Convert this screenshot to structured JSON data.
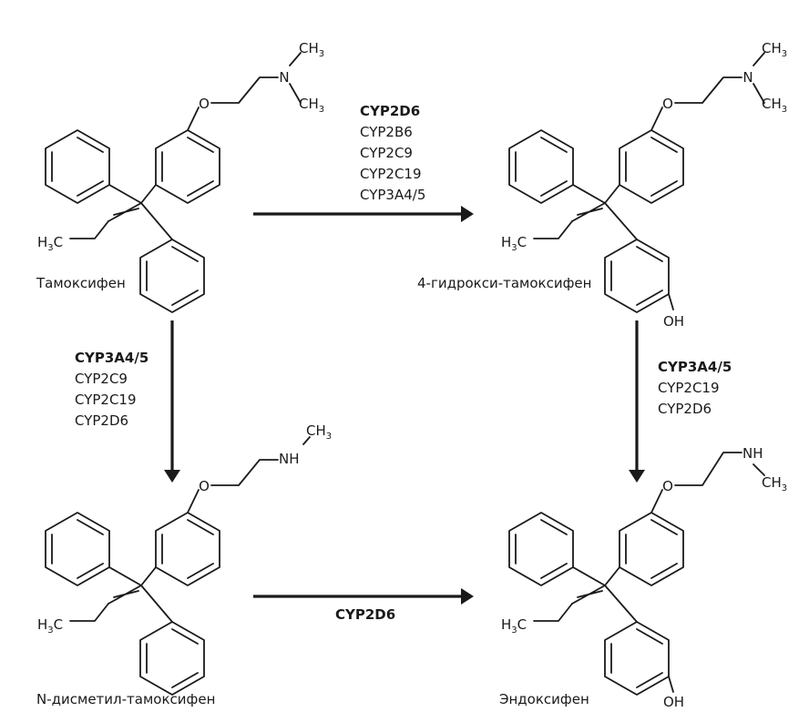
{
  "molecules": {
    "tamoxifen": {
      "name": "Тамоксифен"
    },
    "hydroxy_tamoxifen": {
      "name": "4-гидрокси-тамоксифен"
    },
    "desmethyl_tamoxifen": {
      "name": "N-дисметил-тамоксифен"
    },
    "endoxifen": {
      "name": "Эндоксифен"
    }
  },
  "atoms": {
    "O": "O",
    "N": "N",
    "NH": "NH",
    "OH": "OH",
    "CH": "CH",
    "H": "H",
    "C": "C",
    "sub3": "3"
  },
  "reactions": {
    "top": {
      "enzymes": [
        "CYP2D6",
        "CYP2B6",
        "CYP2C9",
        "CYP2C19",
        "CYP3A4/5"
      ],
      "primary": "CYP2D6"
    },
    "left": {
      "enzymes": [
        "CYP3A4/5",
        "CYP2C9",
        "CYP2C19",
        "CYP2D6"
      ],
      "primary": "CYP3A4/5"
    },
    "right": {
      "enzymes": [
        "CYP3A4/5",
        "CYP2C19",
        "CYP2D6"
      ],
      "primary": "CYP3A4/5"
    },
    "bottom": {
      "enzymes": [
        "CYP2D6"
      ],
      "primary": "CYP2D6"
    }
  },
  "colors": {
    "ink": "#1a1a1a",
    "background": "#ffffff"
  }
}
